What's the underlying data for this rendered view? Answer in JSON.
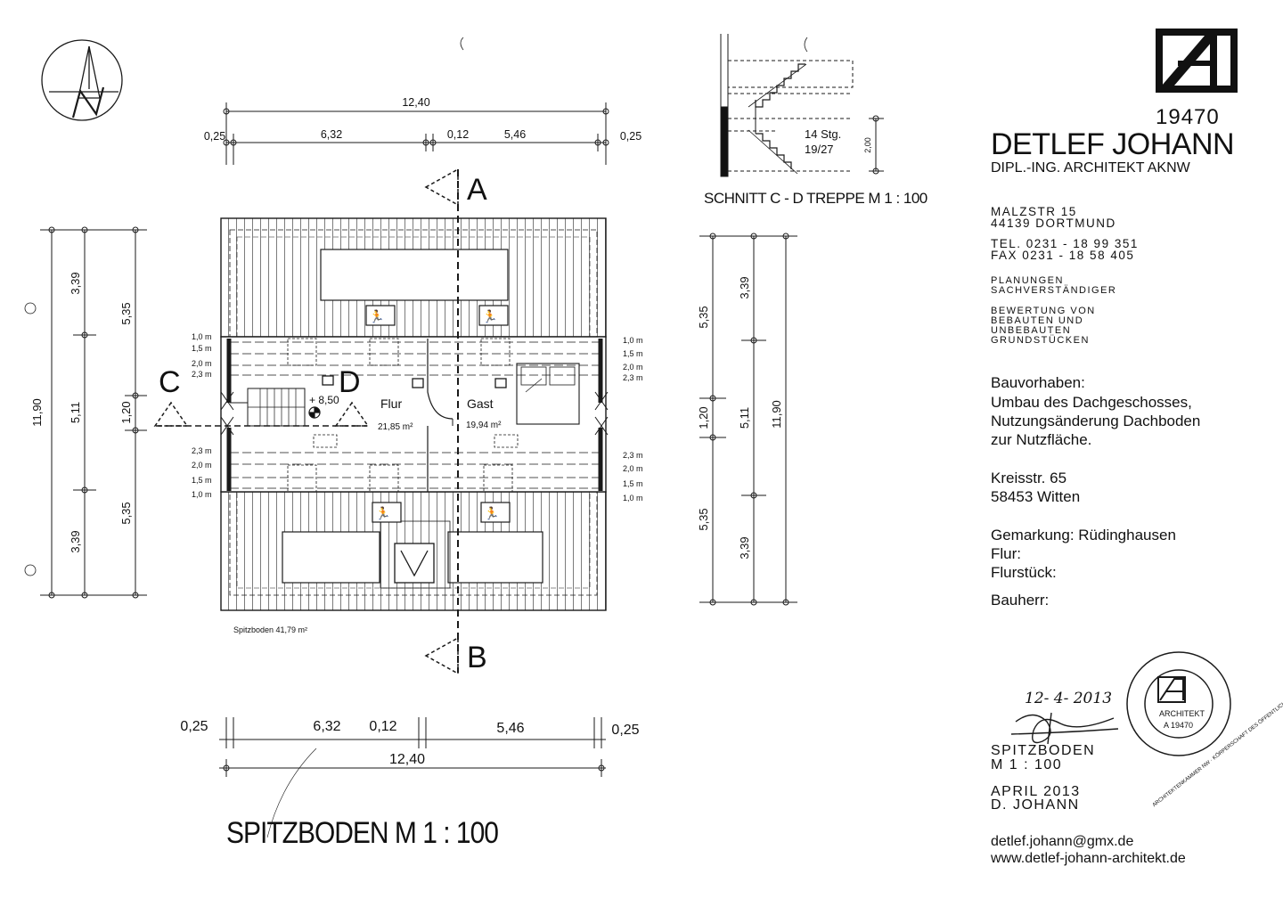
{
  "title_block": {
    "office_number": "19470",
    "architect_name": "DETLEF JOHANN",
    "architect_title": "DIPL.-ING. ARCHITEKT AKNW",
    "address_street": "MALZSTR 15",
    "address_city": "44139 DORTMUND",
    "tel": "TEL.   0231 - 18 99 351",
    "fax": "FAX   0231 - 18 58 405",
    "services": [
      "PLANUNGEN",
      "SACHVERSTÄNDIGER",
      "",
      "BEWERTUNG VON",
      "BEBAUTEN UND",
      "UNBEBAUTEN",
      "GRUNDSTÜCKEN"
    ],
    "project_label": "Bauvorhaben:",
    "project_desc": [
      "Umbau des Dachgeschosses,",
      "Nutzungsänderung Dachboden",
      "zur Nutzfläche."
    ],
    "site_street": "Kreisstr. 65",
    "site_city": "58453 Witten",
    "gemarkung": "Gemarkung: Rüdinghausen",
    "flur": "Flur:",
    "flurstueck": "Flurstück:",
    "bauherr": "Bauherr:",
    "signature_date": "12- 4- 2013",
    "sheet_name": "SPITZBODEN",
    "sheet_scale": "M 1 : 100",
    "sheet_date": "APRIL 2013",
    "sheet_author": "D. JOHANN",
    "email": "detlef.johann@gmx.de",
    "web": "www.detlef-johann-architekt.de",
    "stamp_ring": "ARCHITEKTENKAMMER NW · KÖRPERSCHAFT DES ÖFFENTLICHEN RECHTS",
    "stamp_label": "ARCHITEKT",
    "stamp_number": "A 19470"
  },
  "plan": {
    "title": "SPITZBODEN  M 1 : 100",
    "total_area": "Spitzboden 41,79 m²",
    "level": "+ 8,50",
    "rooms": [
      {
        "name": "Flur",
        "area": "21,85 m²"
      },
      {
        "name": "Gast",
        "area": "19,94 m²"
      }
    ],
    "section_marks": [
      "A",
      "B",
      "C",
      "D"
    ],
    "heights_left_top": [
      "1,0 m",
      "1,5 m",
      "2,0 m",
      "2,3 m"
    ],
    "heights_left_bottom": [
      "2,3 m",
      "2,0 m",
      "1,5 m",
      "1,0 m"
    ],
    "heights_right_top": [
      "1,0 m",
      "1,5 m",
      "2,0 m",
      "2,3 m"
    ],
    "heights_right_bottom": [
      "2,3 m",
      "2,0 m",
      "1,5 m",
      "1,0 m"
    ]
  },
  "dimensions": {
    "top_total": "12,40",
    "top_parts": [
      "0,25",
      "6,32",
      "0,12",
      "5,46",
      "0,25"
    ],
    "bottom_total": "12,40",
    "bottom_parts": [
      "0,25",
      "6,32",
      "0,12",
      "5,46",
      "0,25"
    ],
    "left_total": "11,90",
    "left_inner": [
      "3,39",
      "5,11",
      "3,39"
    ],
    "left_mid": [
      "5,35",
      "1,20",
      "5,35"
    ],
    "right_total": "11,90",
    "right_inner": [
      "3,39",
      "5,11",
      "3,39"
    ],
    "right_mid": [
      "5,35",
      "1,20",
      "5,35"
    ]
  },
  "section_detail": {
    "caption": "SCHNITT C - D TREPPE  M 1 : 100",
    "steps": "14 Stg.",
    "riser": "19/27",
    "height": "2,00"
  }
}
